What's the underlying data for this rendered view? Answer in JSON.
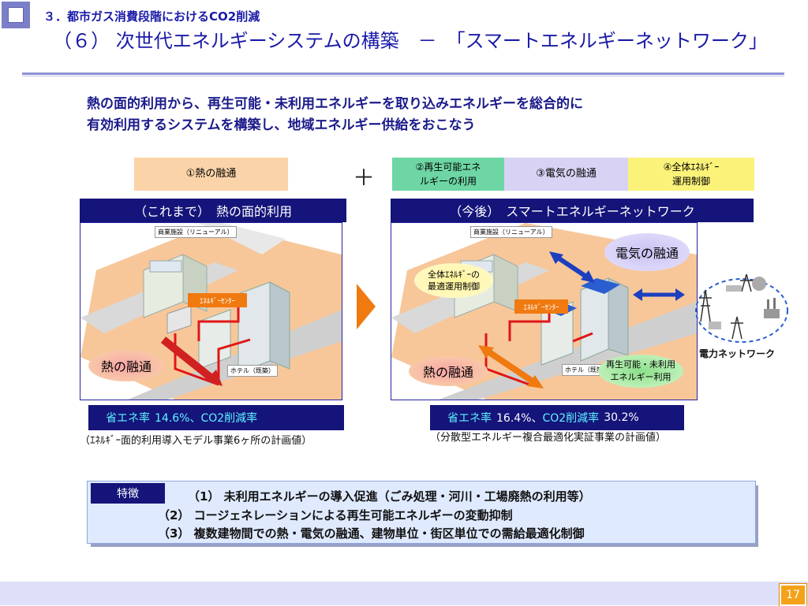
{
  "header": {
    "section": "３．都市ガス消費段階におけるCO2削減",
    "title": "（６） 次世代エネルギーシステムの構築　－　「スマートエネルギーネットワーク」"
  },
  "lead": {
    "line1": "熱の面的利用から、再生可能・未利用エネルギーを取り込みエネルギーを総合的に",
    "line2": "有効利用するシステムを構築し、地域エネルギー供給をおこなう"
  },
  "tags": {
    "heat": "①熱の融通",
    "plus": "＋",
    "renewable_l1": "②再生可能エネ",
    "renewable_l2": "ルギーの利用",
    "electric": "③電気の融通",
    "overall_l1": "④全体ｴﾈﾙｷﾞｰ",
    "overall_l2": "運用制御"
  },
  "left_panel": {
    "heading": "（これまで）　熱の面的利用",
    "bld_commercial": "商業施設（リニューアル）",
    "energy_center": "ｴﾈﾙｷﾞｰｾﾝﾀｰ",
    "hotel": "ホテル（既築）",
    "bubble": "熱の融通",
    "result_prefix": "省エネ率",
    "result_value": "14.6%、CO2削減率",
    "note": "（ｴﾈﾙｷﾞｰ面的利用導入モデル事業6ヶ所の計画値）"
  },
  "right_panel": {
    "heading": "（今後）　スマートエネルギーネットワーク",
    "bld_commercial": "商業施設（リニューアル）",
    "energy_center": "ｴﾈﾙｷﾞｰｾﾝﾀｰ",
    "hotel": "ホテル（既築）",
    "bubble_heat": "熱の融通",
    "bubble_electric": "電気の融通",
    "bubble_control_l1": "全体ｴﾈﾙｷﾞｰの",
    "bubble_control_l2": "最適運用制御",
    "bubble_renew_l1": "再生可能・未利用",
    "bubble_renew_l2": "エネルギー利用",
    "grid_label": "電力ネットワーク",
    "result_prefix": "省エネ率",
    "result_value_a": "16.4%、",
    "result_mid": "CO2削減率",
    "result_value_b": "30.2%",
    "note": "（分散型エネルギー複合最適化実証事業の計画値）"
  },
  "features": {
    "label": "特徴",
    "items": [
      "（1）  未利用エネルギーの導入促進（ごみ処理・河川・工場廃熱の利用等）",
      "（2）  コージェネレーションによる再生可能エネルギーの変動抑制",
      "（3）  複数建物間での熱・電気の融通、建物単位・街区単位での需給最適化制御"
    ]
  },
  "footer": {
    "page": "17"
  },
  "colors": {
    "navy": "#14147a",
    "title_blue": "#1a1aa8",
    "orange": "#f07a10",
    "cyan_text": "#5ff4ff"
  }
}
